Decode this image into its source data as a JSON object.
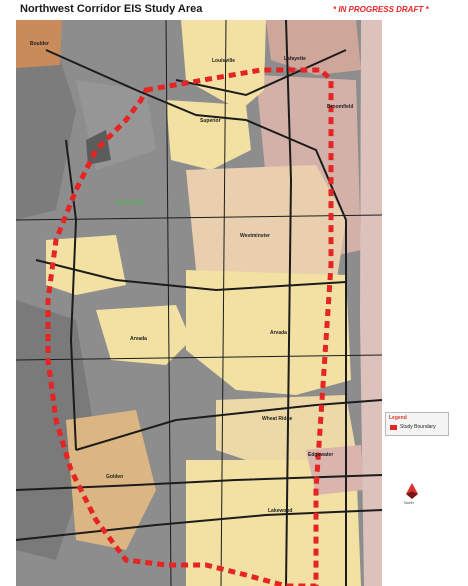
{
  "title": "Northwest Corridor EIS Study Area",
  "draft_label": "* IN PROGRESS DRAFT *",
  "colors": {
    "base_gray": "#8d8d8d",
    "municipal_yellow": "#f2e1a2",
    "tan": "#d9b27e",
    "pink": "#d9b5ad",
    "orange": "#c98b5a",
    "road": "#1c1c1c",
    "study_boundary": "#e52424",
    "rocky_flats": "#4bb84b"
  },
  "places": [
    {
      "id": "boulder",
      "label": "Boulder"
    },
    {
      "id": "louisville",
      "label": "Louisville"
    },
    {
      "id": "lafayette",
      "label": "Lafayette"
    },
    {
      "id": "superior",
      "label": "Superior"
    },
    {
      "id": "broomfield",
      "label": "Broomfield"
    },
    {
      "id": "rocky-flats",
      "label": "Rocky Flats"
    },
    {
      "id": "westminster",
      "label": "Westminster"
    },
    {
      "id": "arvada-west",
      "label": "Arvada"
    },
    {
      "id": "arvada-east",
      "label": "Arvada"
    },
    {
      "id": "wheat-ridge",
      "label": "Wheat Ridge"
    },
    {
      "id": "golden",
      "label": "Golden"
    },
    {
      "id": "lakewood",
      "label": "Lakewood"
    },
    {
      "id": "edgewater",
      "label": "Edgewater"
    }
  ],
  "legend": {
    "title": "Legend",
    "items": [
      {
        "label": "Study Boundary",
        "color": "#e52424"
      }
    ]
  },
  "north_arrow": {
    "label": "North"
  }
}
